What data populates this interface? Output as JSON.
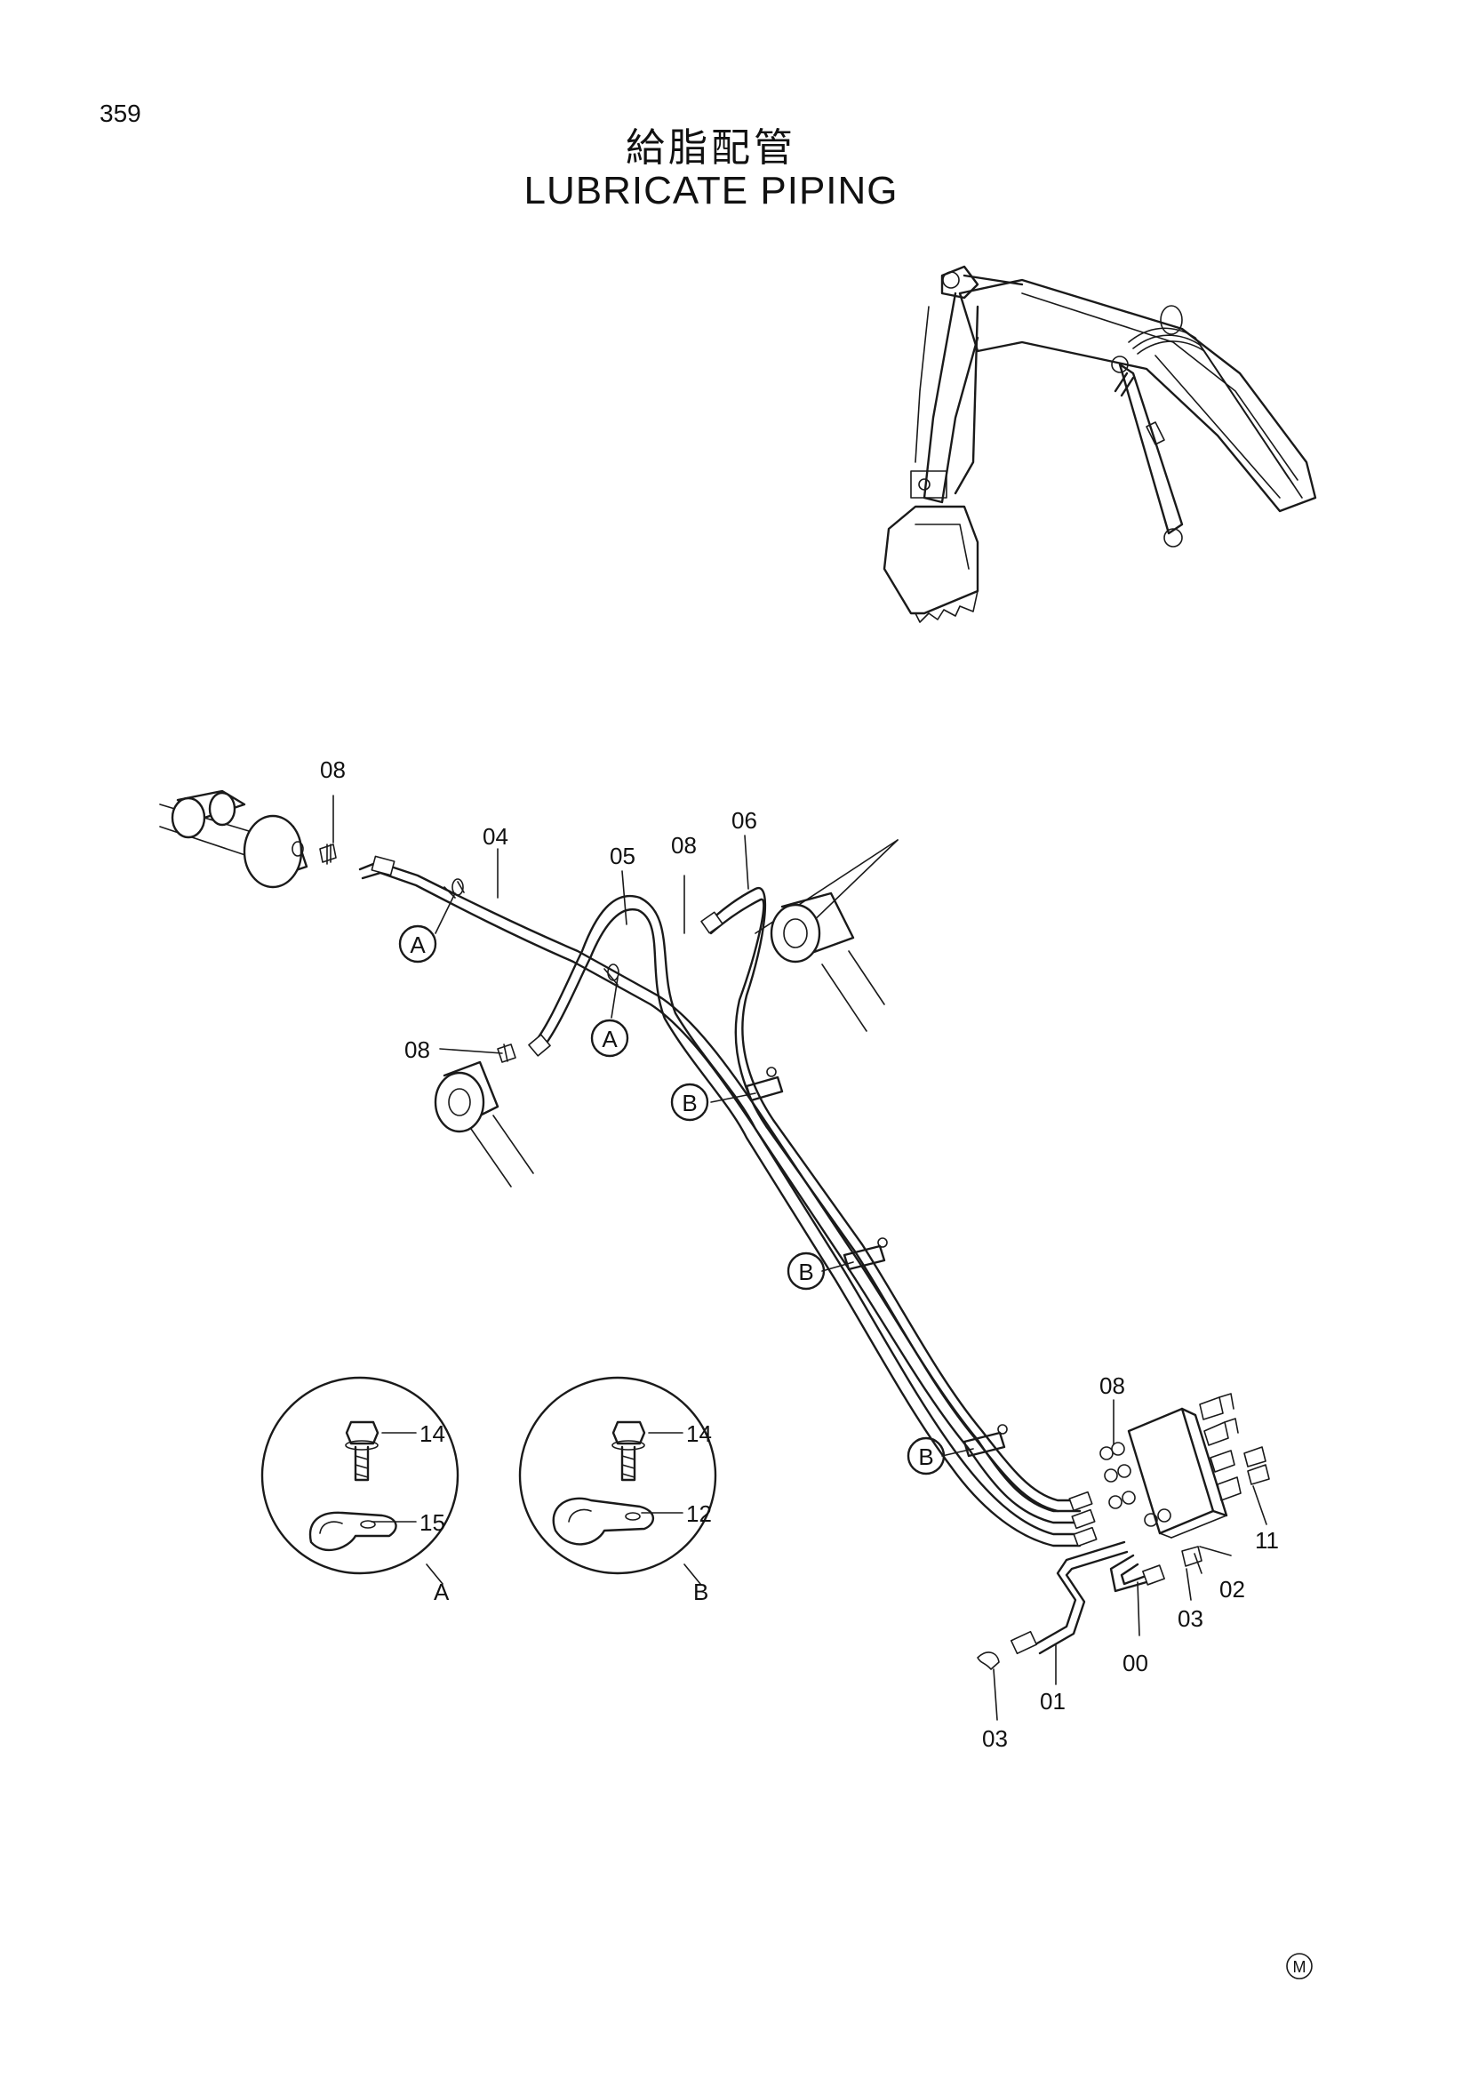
{
  "page_number": "359",
  "title_jp": "給脂配管",
  "title_en": "LUBRICATE PIPING",
  "part_labels": {
    "p00": "00",
    "p01": "01",
    "p02": "02",
    "p03a": "03",
    "p03b": "03",
    "p04": "04",
    "p05": "05",
    "p06": "06",
    "p08a": "08",
    "p08b": "08",
    "p08c": "08",
    "p08d": "08",
    "p11": "11",
    "p12": "12",
    "p14a": "14",
    "p14b": "14",
    "p15": "15"
  },
  "clamp_markers": {
    "a1": "A",
    "a2": "A",
    "b1": "B",
    "b2": "B",
    "b3": "B"
  },
  "detail_views": {
    "detail_a_label": "A",
    "detail_b_label": "B"
  },
  "corner_mark": "M"
}
